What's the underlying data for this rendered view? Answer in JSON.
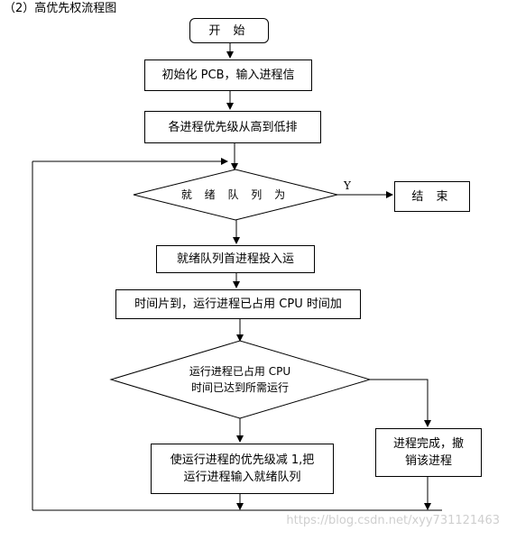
{
  "caption": "（2）高优先权流程图",
  "nodes": {
    "start": "开 始",
    "init": "初始化 PCB，输入进程信",
    "sort": "各进程优先级从高到低排",
    "ready_empty": "就 绪 队 列 为",
    "end": "结 束",
    "dispatch": "就绪队列首进程投入运",
    "time_slice": "时间片到，运行进程已占用 CPU 时间加",
    "check_line1": "运行进程已占用 CPU",
    "check_line2": "时间已达到所需运行",
    "complete_line1": "进程完成，撤",
    "complete_line2": "销该进程",
    "requeue_line1": "使运行进程的优先级减 1,把",
    "requeue_line2": "运行进程输入就绪队列"
  },
  "edge_labels": {
    "yes": "Y"
  },
  "watermark": "https://blog.csdn.net/xyy731121463",
  "colors": {
    "line": "#000000",
    "background": "#ffffff",
    "watermark": "#cfcfcf"
  }
}
